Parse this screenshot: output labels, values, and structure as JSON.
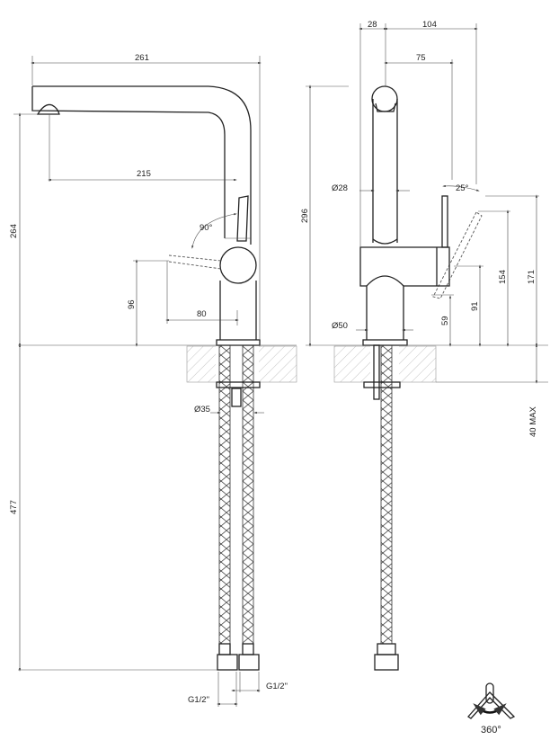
{
  "side_view": {
    "dim_overall_length": "261",
    "dim_spout_reach": "215",
    "dim_spout_height": "264",
    "dim_lever_angle": "90°",
    "dim_lever_height": "96",
    "dim_lever_reach": "80",
    "dim_shank_diameter": "Ø35",
    "dim_hose_length": "477",
    "dim_connection_1": "G1/2\"",
    "dim_connection_2": "G1/2\""
  },
  "front_view": {
    "dim_spout_offset": "28",
    "dim_lever_offset": "104",
    "dim_handle_offset": "75",
    "dim_spout_diameter": "Ø28",
    "dim_lever_angle": "25°",
    "dim_total_height": "296",
    "dim_lever_top_height": "171",
    "dim_lever_tip_height": "154",
    "dim_body_height": "91",
    "dim_lever_base_height": "59",
    "dim_base_diameter": "Ø50",
    "dim_counter_thickness": "40 MAX"
  },
  "rotation_icon": {
    "label": "360°"
  }
}
